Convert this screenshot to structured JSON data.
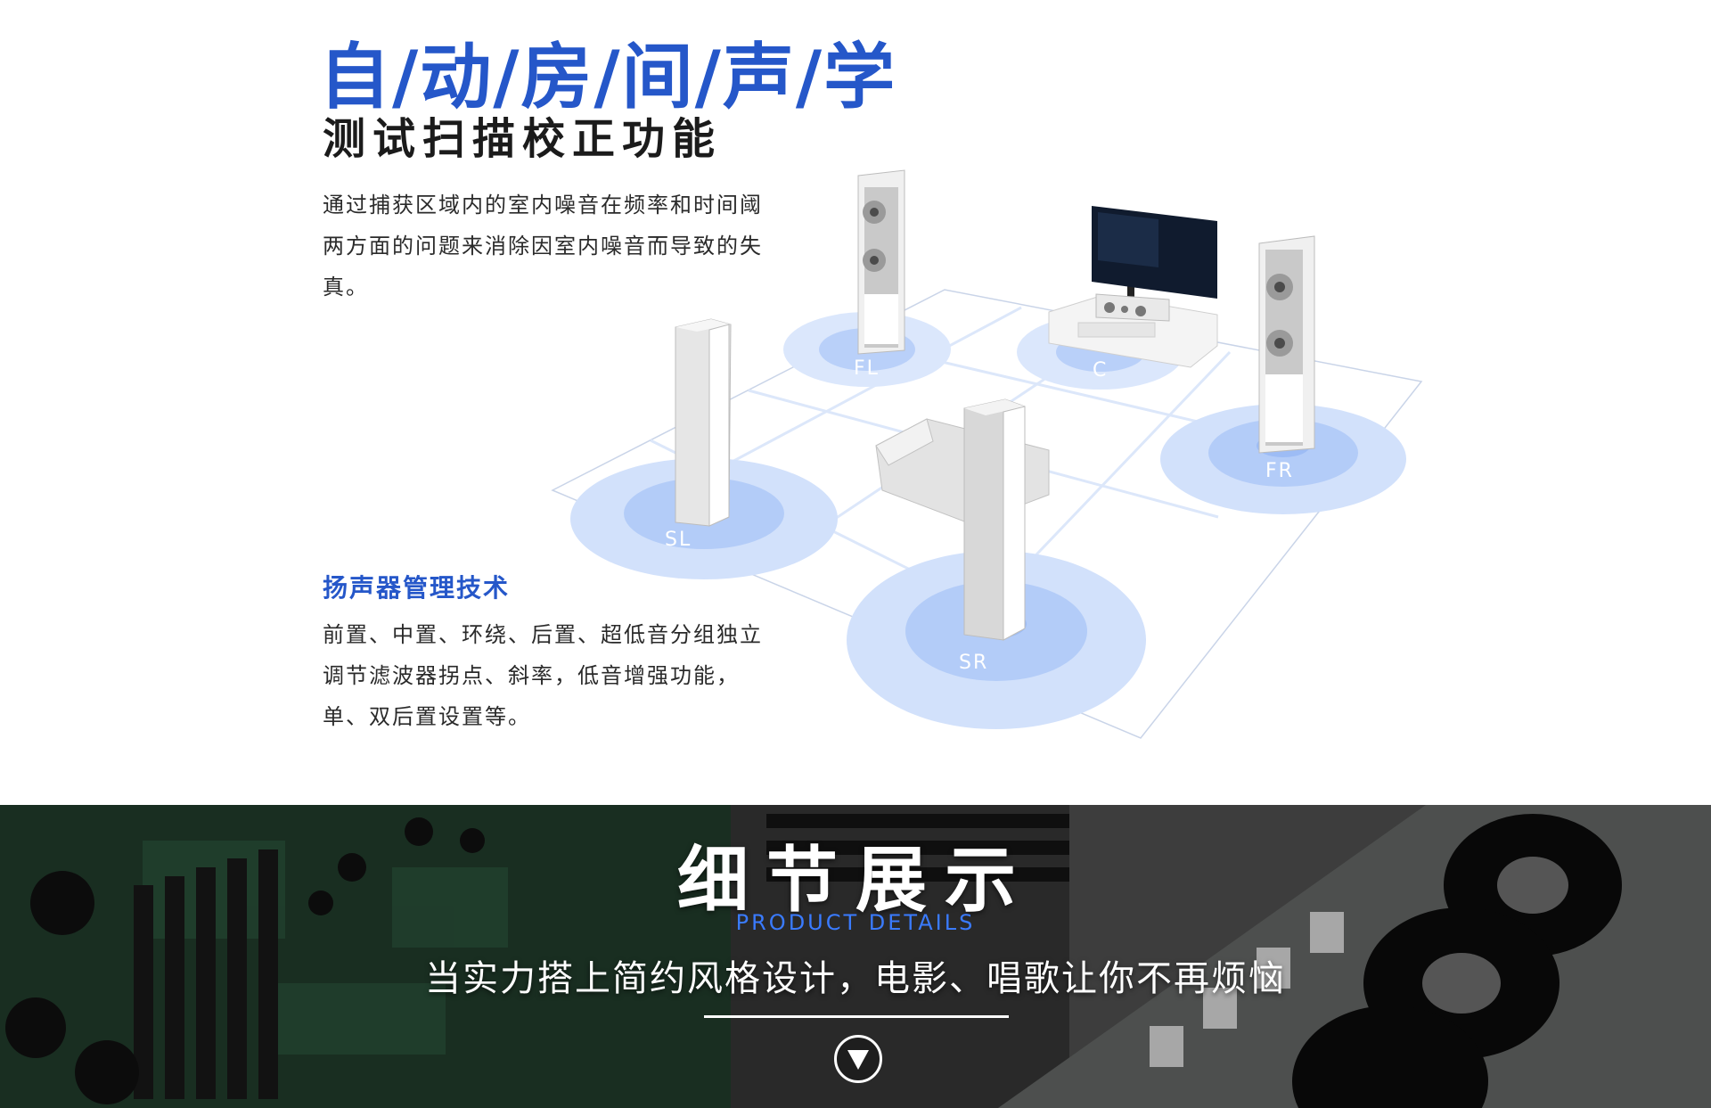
{
  "header": {
    "title": "自/动/房/间/声/学",
    "subtitle": "测试扫描校正功能"
  },
  "intro": {
    "text": "通过捕获区域内的室内噪音在频率和时间阈两方面的问题来消除因室内噪音而导致的失真。"
  },
  "speaker_section": {
    "heading": "扬声器管理技术",
    "text": "前置、中置、环绕、后置、超低音分组独立调节滤波器拐点、斜率，低音增强功能，单、双后置设置等。"
  },
  "diagram": {
    "labels": {
      "fl": "FL",
      "c": "C",
      "fr": "FR",
      "sl": "SL",
      "sr": "SR"
    },
    "colors": {
      "zone": "#c7dbfb",
      "zone_inner": "#a9c6f8",
      "grid": "#dce7fa",
      "speaker": "#d9d9d9",
      "screen": "#0f1a2c"
    }
  },
  "details": {
    "title": "细节展示",
    "english": "PRODUCT DETAILS",
    "slogan": "当实力搭上简约风格设计，电影、唱歌让你不再烦恼",
    "scroll_icon": "chevron-down-circle-icon"
  },
  "colors": {
    "accent": "#2557c9",
    "english_accent": "#3a7bff",
    "dark_band": "#2b2f2d"
  }
}
